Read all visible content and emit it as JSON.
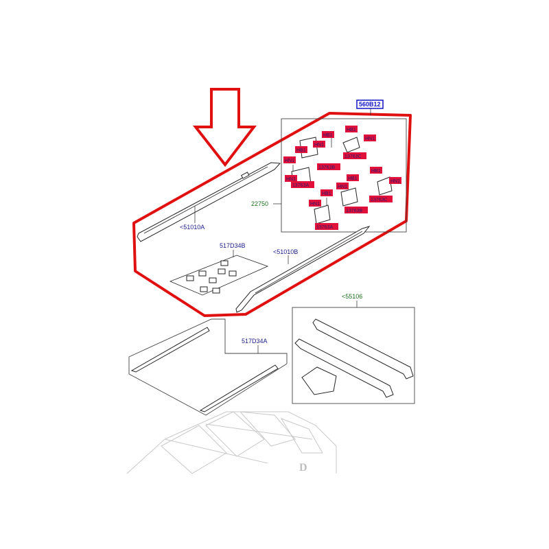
{
  "callouts": {
    "rail_left": "<51010A",
    "rail_right": "<51010B",
    "caps": "517D34B",
    "strips": "517D34A",
    "crossbars": "<55106",
    "bracket_set": "22750",
    "header_tag": "560B12"
  },
  "bracket_tags": {
    "t1": "HB1",
    "t2": "HN1",
    "t3": "HB1",
    "t4": "HN1",
    "t5": "13763C",
    "t6": "HB1",
    "t7": "HN1",
    "t8": "13763B",
    "t9": "HN1",
    "t10": "13763A",
    "t11": "HB1",
    "t12": "HN1",
    "t13": "HB1",
    "t14": "HN1",
    "t15": "13763C",
    "t16": "13763B",
    "t17": "HB1",
    "t18": "HN1",
    "t19": "13763A"
  },
  "watermark_letter": "D",
  "colors": {
    "highlight_outline": "#e01010",
    "tag_fill": "#e0103a",
    "header_tag_fill": "#1010c8",
    "label_blue": "#1a1a8c",
    "label_green": "#1a6e1a"
  }
}
